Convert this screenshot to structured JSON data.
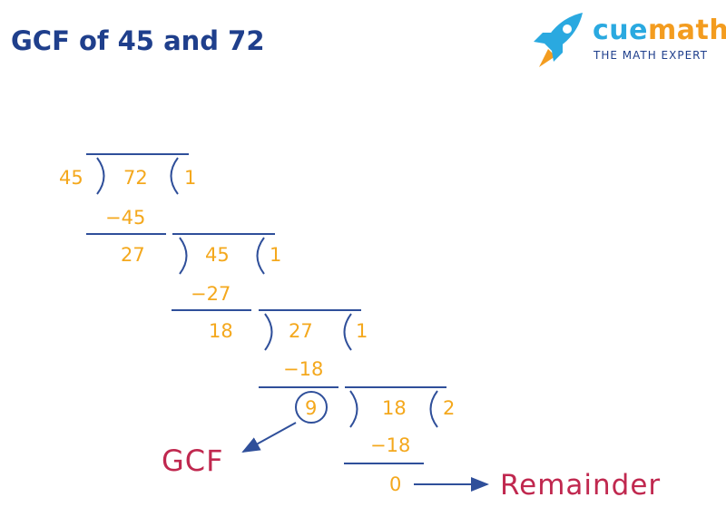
{
  "title": "GCF of 45 and 72",
  "logo": {
    "brand_cue": "cue",
    "brand_math": "math",
    "tagline": "THE MATH EXPERT"
  },
  "division": {
    "steps": [
      {
        "divisor": "45",
        "dividend": "72",
        "quotient": "1",
        "subtrahend": "−45",
        "remainder": "27"
      },
      {
        "divisor": "27",
        "dividend": "45",
        "quotient": "1",
        "subtrahend": "−27",
        "remainder": "18"
      },
      {
        "divisor": "18",
        "dividend": "27",
        "quotient": "1",
        "subtrahend": "−18",
        "remainder": "9"
      },
      {
        "divisor": "9",
        "dividend": "18",
        "quotient": "2",
        "subtrahend": "−18",
        "remainder": "0"
      }
    ]
  },
  "labels": {
    "gcf": "GCF",
    "remainder": "Remainder"
  },
  "colors": {
    "numbers": "#f4a81d",
    "lines": "#2f4f9a",
    "labels": "#c0284f",
    "title": "#1f3f8c"
  }
}
